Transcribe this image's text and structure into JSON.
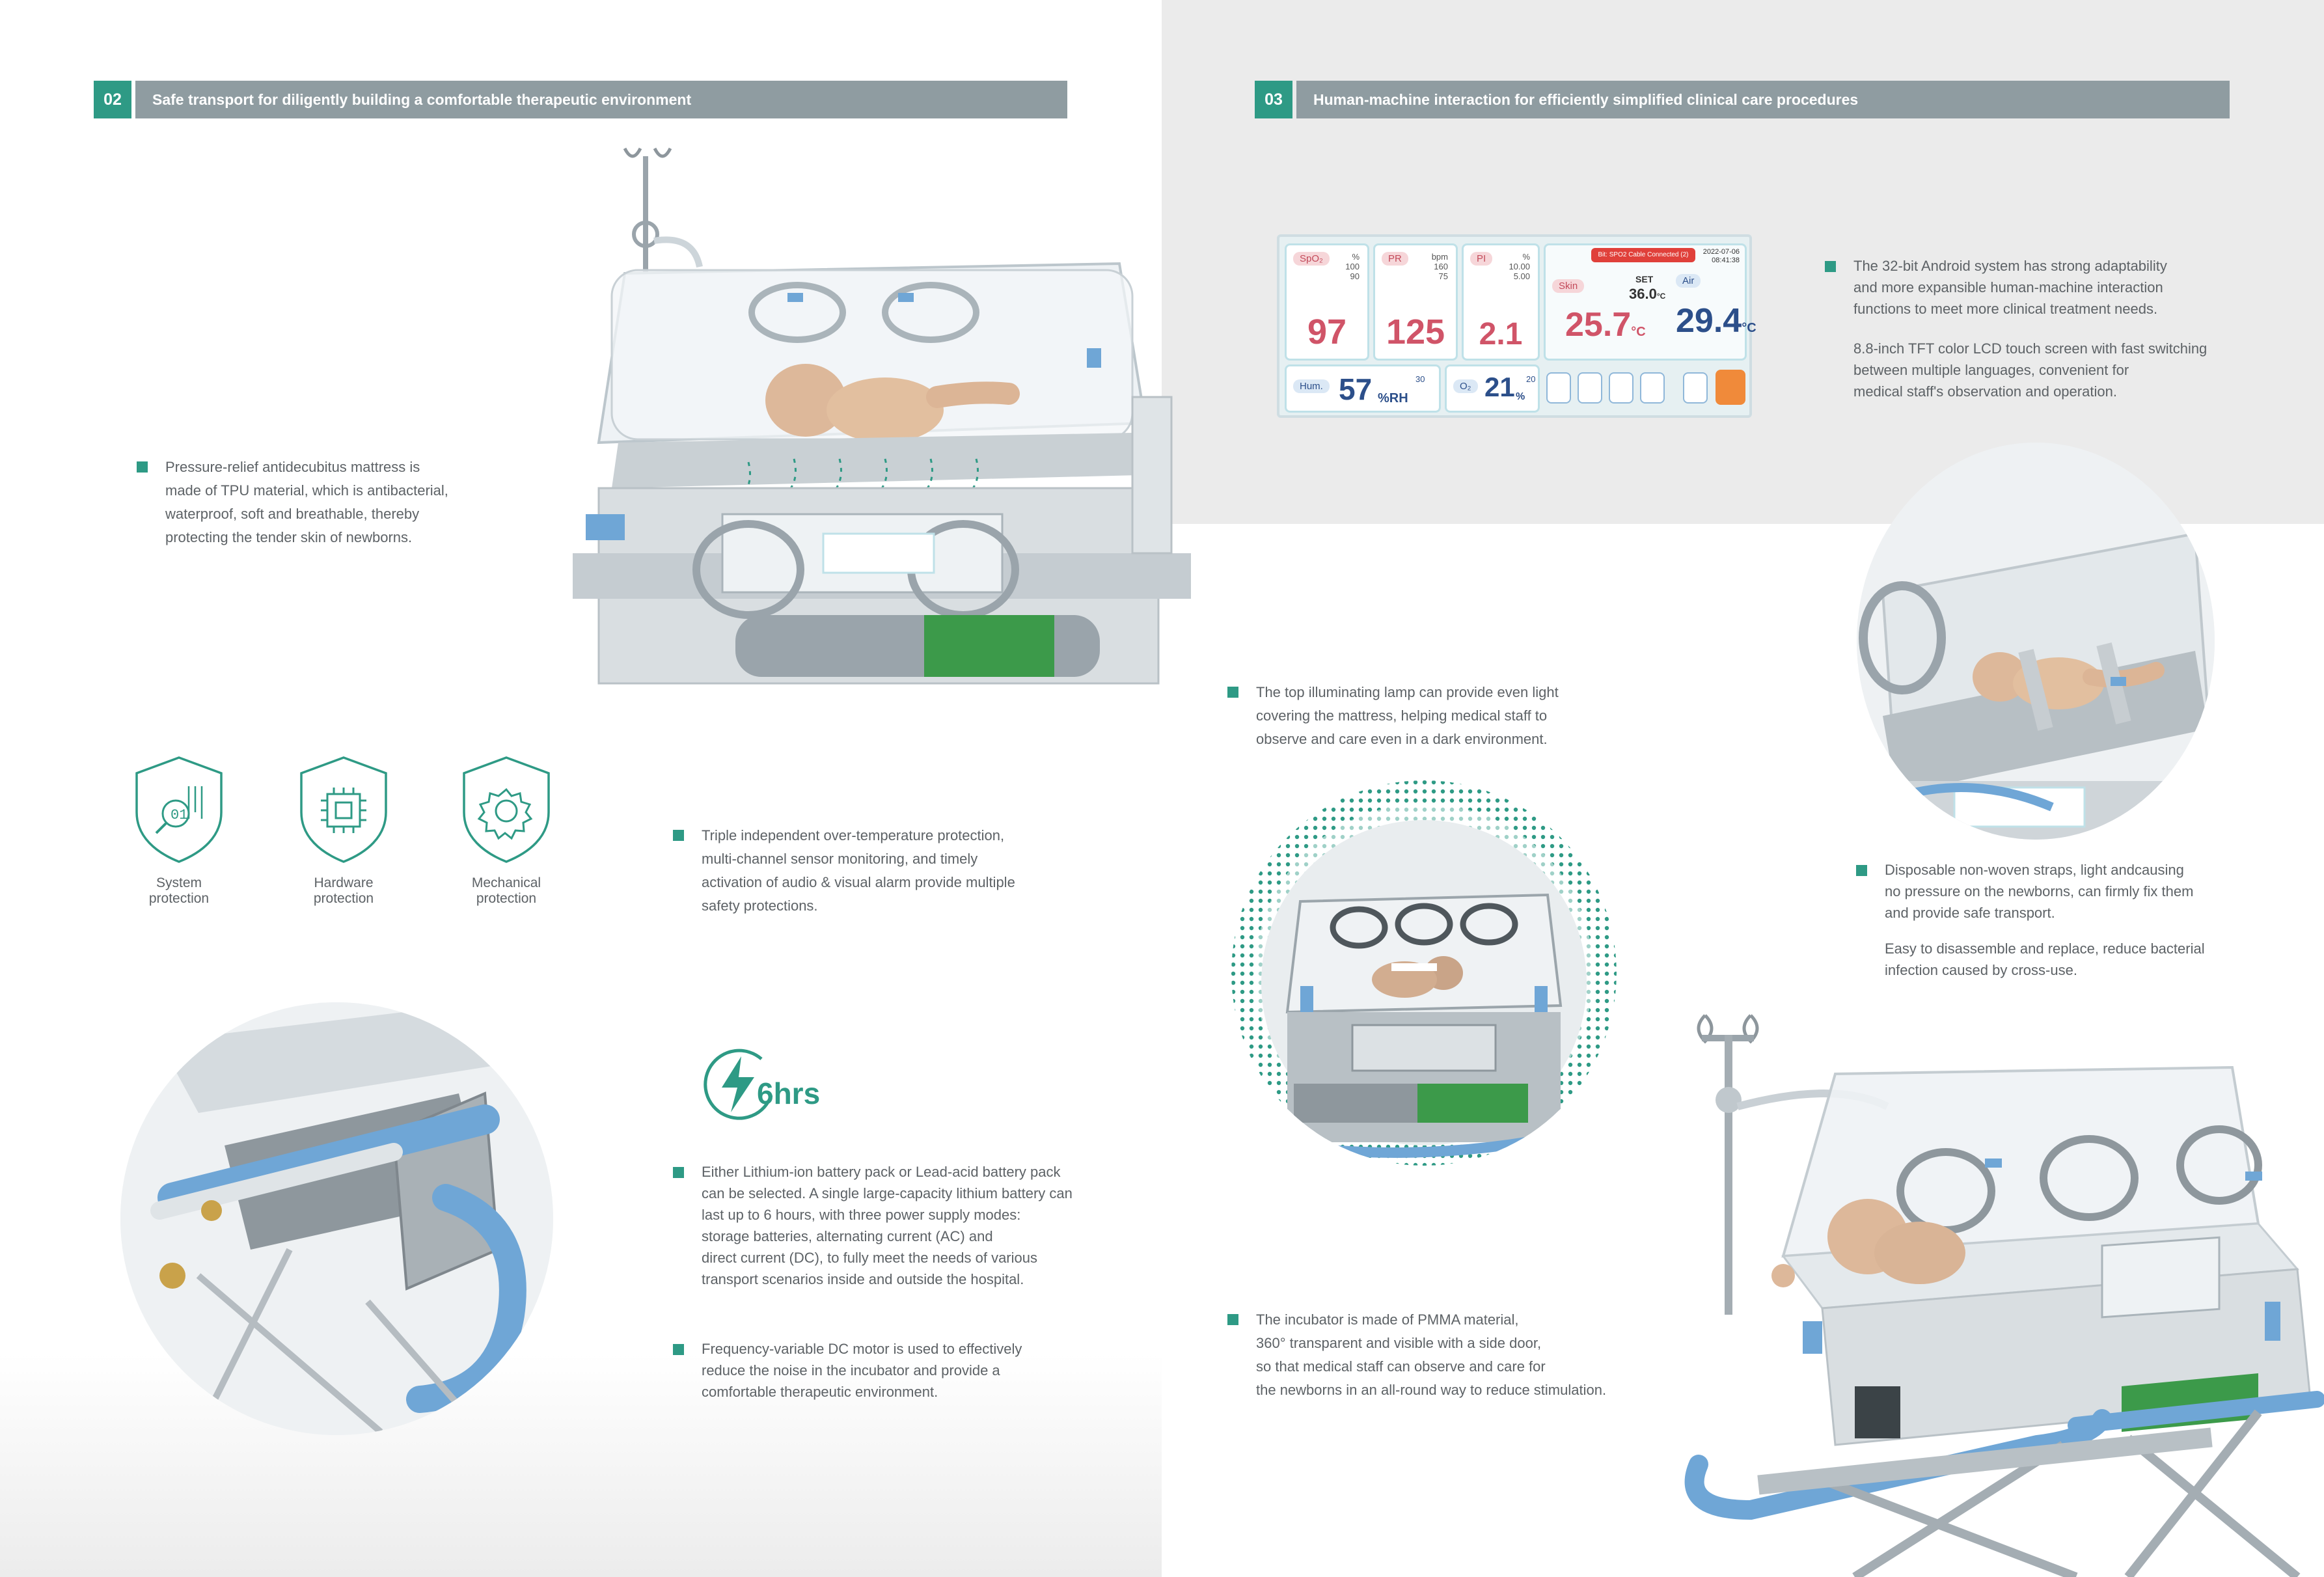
{
  "section02": {
    "number": "02",
    "title": "Safe transport for diligently building a comfortable therapeutic environment"
  },
  "section03": {
    "number": "03",
    "title": "Human-machine interaction for efficiently simplified clinical care procedures"
  },
  "left": {
    "mattress_lines": [
      "Pressure-relief antidecubitus mattress is",
      "made of TPU material, which is antibacterial,",
      "waterproof, soft and breathable, thereby",
      "protecting the tender skin of newborns."
    ],
    "protection_icons": [
      {
        "icon": "shield-data-icon",
        "label_lines": [
          "System",
          "protection"
        ]
      },
      {
        "icon": "shield-chip-icon",
        "label_lines": [
          "Hardware",
          "protection"
        ]
      },
      {
        "icon": "shield-gear-icon",
        "label_lines": [
          "Mechanical",
          "protection"
        ]
      }
    ],
    "triple_lines": [
      "Triple independent over-temperature protection,",
      "multi-channel sensor monitoring, and timely",
      "activation of audio & visual alarm provide multiple",
      "safety protections."
    ],
    "battery_badge": "6hrs",
    "battery_lines": [
      "Either Lithium-ion battery pack or Lead-acid battery pack",
      "can be selected. A single large-capacity lithium battery can",
      "last up to 6 hours, with three power supply modes:",
      "storage batteries, alternating current (AC) and",
      "direct current (DC), to fully meet the needs of various",
      "transport scenarios inside and outside the hospital."
    ],
    "motor_lines": [
      "Frequency-variable DC motor is used to effectively",
      "reduce the noise in the incubator and provide a",
      "comfortable therapeutic environment."
    ]
  },
  "right": {
    "android_lines": [
      "The 32-bit Android system has strong adaptability",
      "and more expansible human-machine interaction",
      "functions to meet more clinical treatment needs."
    ],
    "lcd_lines": [
      "8.8-inch TFT color LCD touch screen with fast switching",
      "between multiple languages, convenient for",
      "medical staff's observation and operation."
    ],
    "lamp_lines": [
      "The top illuminating lamp can provide even light",
      "covering the mattress, helping medical staff to",
      "observe and care even in a dark environment."
    ],
    "straps_lines": [
      "Disposable non-woven straps, light andcausing",
      "no pressure on the newborns, can firmly fix them",
      "and provide safe transport."
    ],
    "straps2_lines": [
      "Easy to disassemble and replace, reduce bacterial",
      "infection caused by cross-use."
    ],
    "pmma_lines": [
      "The incubator is made of PMMA material,",
      "360° transparent and visible with a side door,",
      "so that medical staff can observe and care for",
      "the newborns in an all-round way to reduce stimulation."
    ]
  },
  "screen": {
    "spo2": {
      "label": "SpO₂",
      "value": "97",
      "unit": "%",
      "hi": "100",
      "lo": "90"
    },
    "pr": {
      "label": "PR",
      "value": "125",
      "unit": "bpm",
      "hi": "160",
      "lo": "75"
    },
    "pi": {
      "label": "PI",
      "value": "2.1",
      "unit": "%",
      "hi": "10.00",
      "lo": "5.00"
    },
    "skin": {
      "label": "Skin",
      "value": "25.7",
      "unit": "°C"
    },
    "air": {
      "label": "Air",
      "value": "29.4",
      "unit": "°C"
    },
    "set": {
      "label": "SET",
      "value": "36.0",
      "unit": "°C"
    },
    "hum": {
      "label": "Hum.",
      "value": "57",
      "unit": "%RH",
      "set": "30"
    },
    "o2": {
      "label": "O₂",
      "value": "21",
      "unit": "%",
      "set": "20"
    },
    "date": "2022-07-06",
    "time": "08:41:38",
    "alarm": "Bit: SPO2 Cable Connected (2)"
  },
  "colors": {
    "accent": "#2e9a85",
    "header_bar": "#8f9ca1",
    "blue_part": "#6fa6d6",
    "green_part": "#3c9a4a"
  }
}
